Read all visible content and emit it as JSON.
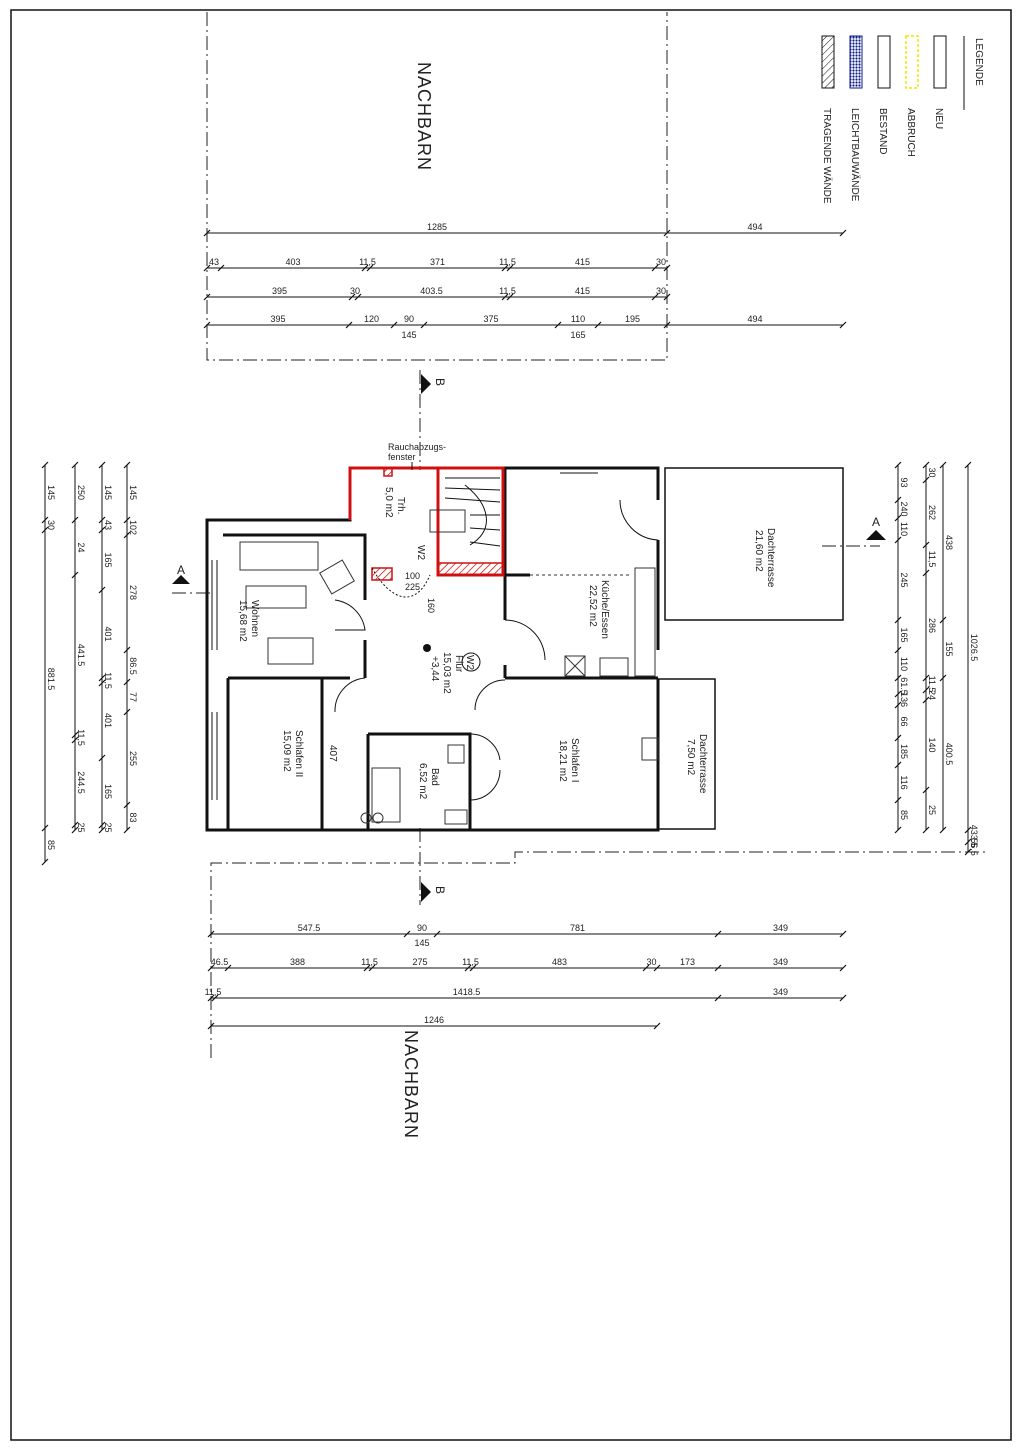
{
  "neighbors": {
    "top": "NACHBARN",
    "bottom": "NACHBARN"
  },
  "legend": {
    "title": "LEGENDE",
    "items": [
      {
        "label": "NEU",
        "style": "blank",
        "color": "#000000"
      },
      {
        "label": "ABBRUCH",
        "style": "dashed",
        "color": "#f2e600"
      },
      {
        "label": "BESTAND",
        "style": "blank",
        "color": "#000000"
      },
      {
        "label": "LEICHTBAUWÄNDE",
        "style": "dotted-fill",
        "color": "#0a1a8a"
      },
      {
        "label": "TRAGENDE WÄNDE",
        "style": "hatch",
        "color": "#000000"
      }
    ]
  },
  "section_marks": {
    "a": "A",
    "b": "B"
  },
  "smoke_vent": {
    "line1": "Rauchabzugs-",
    "line2": "fenster"
  },
  "rooms": {
    "wohnen": {
      "name": "Wohnen",
      "area": "15,68 m2"
    },
    "schlafen2": {
      "name": "Schlafen II",
      "area": "15,09 m2"
    },
    "trh": {
      "name": "Trh.",
      "area": "5,0 m2"
    },
    "flur": {
      "name": "Flur",
      "area": "15,03 m2",
      "level": "+3,44",
      "tag": "W2"
    },
    "bad": {
      "name": "Bad",
      "area": "6,52 m2"
    },
    "kueche": {
      "name": "Küche/Essen",
      "area": "22,52 m2"
    },
    "schlafen1": {
      "name": "Schlafen I",
      "area": "18,21 m2"
    },
    "dt1": {
      "name": "Dachterrasse",
      "area": "21,60 m2"
    },
    "dt2": {
      "name": "Dachterrasse",
      "area": "7,50 m2"
    }
  },
  "stair": {
    "tag": "W2",
    "v1": "100",
    "v2": "225",
    "v3": "160"
  },
  "wall_note": "407",
  "dims_top": {
    "row1": [
      "1285",
      "494"
    ],
    "row2": [
      "43",
      "403",
      "11,5",
      "371",
      "11,5",
      "415",
      "30"
    ],
    "row3": [
      "395",
      "30",
      "403.5",
      "11,5",
      "415",
      "30"
    ],
    "row4": [
      "395",
      "120",
      "90",
      "145",
      "375",
      "110",
      "165",
      "195",
      "494"
    ]
  },
  "dims_bottom": {
    "row1": [
      "547.5",
      "90",
      "145",
      "781",
      "349"
    ],
    "row2": [
      "46.5",
      "388",
      "11,5",
      "275",
      "11,5",
      "483",
      "30",
      "173",
      "349"
    ],
    "row3": [
      "11,5",
      "1418.5",
      "349"
    ],
    "row4": [
      "1246"
    ]
  },
  "dims_left": {
    "col1": [
      "145",
      "30",
      "881.5",
      "85"
    ],
    "col2": [
      "250",
      "24",
      "441.5",
      "11,5",
      "244.5",
      "25"
    ],
    "col3": [
      "145",
      "43",
      "165",
      "401",
      "11,5",
      "401",
      "165",
      "25"
    ],
    "col4": [
      "145",
      "102",
      "278",
      "86.5",
      "77",
      "255",
      "83"
    ]
  },
  "dims_right": {
    "col1": [
      "93",
      "240",
      "110",
      "245",
      "165",
      "110",
      "61.5",
      "136",
      "66",
      "185",
      "116",
      "85"
    ],
    "col2": [
      "30",
      "262",
      "11,5",
      "286",
      "11,5",
      "24",
      "140",
      "25"
    ],
    "col3": [
      "438",
      "155",
      "400.5"
    ],
    "col4": [
      "1026.5",
      "433.5",
      "56.5"
    ]
  }
}
